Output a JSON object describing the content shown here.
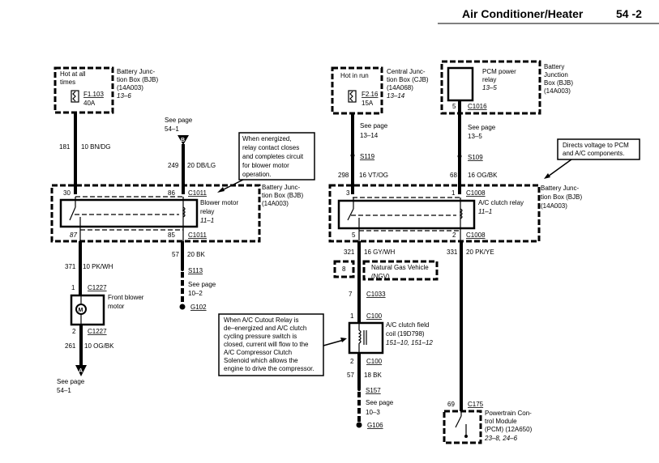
{
  "header": {
    "title": "Air Conditioner/Heater",
    "page": "54 -2"
  },
  "left": {
    "fuse_box": {
      "hot1": "Hot at all",
      "hot2": "times",
      "fuse": "F1.103",
      "amps": "40A",
      "loc": [
        "Battery Junc-",
        "tion Box (BJB)",
        "(14A003)",
        "13–6"
      ]
    },
    "wire181": {
      "circuit": "181",
      "gauge_color": "10 BN/DG"
    },
    "conn_b": {
      "letter": "B",
      "see": "See page",
      "page": "54–1"
    },
    "wire249": {
      "circuit": "249",
      "gauge_color": "20 DB/LG"
    },
    "callout": [
      "When energized,",
      "relay contact closes",
      "and completes circuit",
      "for blower motor",
      "operation."
    ],
    "relay_box": {
      "loc": [
        "Battery Junc-",
        "tion Box (BJB)",
        "(14A003)"
      ],
      "pin30": "30",
      "pin86": "86",
      "pin87": "87",
      "pin85": "85",
      "conn": "C1011",
      "name": [
        "Blower motor",
        "relay",
        "11–1"
      ]
    },
    "wire371": {
      "circuit": "371",
      "gauge_color": "10 PK/WH"
    },
    "motor": {
      "pin1": "1",
      "pin2": "2",
      "conn": "C1227",
      "name": [
        "Front blower",
        "motor"
      ],
      "symbol": "M"
    },
    "wire261": {
      "circuit": "261",
      "gauge_color": "10 OG/BK"
    },
    "conn_a": {
      "letter": "A",
      "see": "See page",
      "page": "54–1"
    },
    "wire57": {
      "circuit": "57",
      "gauge_color": "20 BK",
      "splice": "S113",
      "see": "See page",
      "page": "10–2",
      "ground": "G102"
    }
  },
  "right": {
    "fuse_box": {
      "hot": "Hot in run",
      "fuse": "F2.16",
      "amps": "15A",
      "loc": [
        "Central Junc-",
        "tion Box (CJB)",
        "(14A068)",
        "13–14"
      ]
    },
    "wire298": {
      "see": "See page",
      "page": "13–14",
      "splice": "S119",
      "circuit": "298",
      "gauge_color": "16 VT/OG"
    },
    "pcm_relay": {
      "name": [
        "PCM power",
        "relay",
        "13–5"
      ],
      "pin": "5",
      "conn": "C1016",
      "loc": [
        "Battery",
        "Junction",
        "Box (BJB)",
        "(14A003)"
      ]
    },
    "wire68": {
      "see": "See page",
      "page": "13–5",
      "splice": "S109",
      "circuit": "68",
      "gauge_color": "16 OG/BK"
    },
    "callout": [
      "Directs voltage to PCM",
      "and A/C components."
    ],
    "relay_box": {
      "pin3": "3",
      "pin1": "1",
      "pin5": "5",
      "pin2": "2",
      "conn": "C1008",
      "name": [
        "A/C clutch relay",
        "11–1"
      ],
      "loc": [
        "Battery Junc-",
        "tion Box (BJB)",
        "(14A003)"
      ]
    },
    "wire321": {
      "circuit": "321",
      "gauge_color": "16 GY/WH"
    },
    "ngv": {
      "pin": "8",
      "label": [
        "Natural Gas Vehicle",
        "(NGV)"
      ]
    },
    "c1033": {
      "pin": "7",
      "conn": "C1033"
    },
    "coil": {
      "pin1": "1",
      "pin2": "2",
      "conn": "C100",
      "name": [
        "A/C clutch field",
        "coil (19D798)",
        "151–10, 151–12"
      ]
    },
    "wire57": {
      "circuit": "57",
      "gauge_color": "18 BK",
      "splice": "S157",
      "see": "See page",
      "page": "10–3",
      "ground": "G106"
    },
    "wire331": {
      "circuit": "331",
      "gauge_color": "20 PK/YE"
    },
    "pcm": {
      "pin": "69",
      "conn": "C175",
      "name": [
        "Powertrain Con-",
        "trol Module",
        "(PCM) (12A650)",
        "23–8, 24–6"
      ]
    }
  },
  "callout_bottom": [
    "When A/C Cutout Relay is",
    "de–energized and A/C clutch",
    "cycling pressure switch is",
    "closed, current will flow to the",
    "A/C Compressor Clutch",
    "Solenoid which allows the",
    "engine to drive the compressor."
  ]
}
